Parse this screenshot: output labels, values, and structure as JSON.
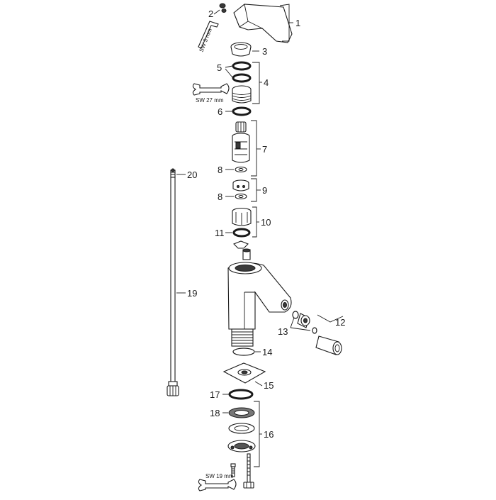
{
  "part_labels": {
    "p1": "1",
    "p2": "2",
    "p3": "3",
    "p4": "4",
    "p5": "5",
    "p6": "6",
    "p7": "7",
    "p8a": "8",
    "p8b": "8",
    "p9": "9",
    "p10": "10",
    "p11": "11",
    "p12": "12",
    "p13": "13",
    "p14": "14",
    "p15": "15",
    "p16": "16",
    "p17": "17",
    "p18": "18",
    "p19": "19",
    "p20": "20"
  },
  "tool_labels": {
    "hex_key": "SW 3 mm",
    "wrench_cartridge": "SW 27 mm",
    "wrench_base": "SW 19 mm"
  }
}
